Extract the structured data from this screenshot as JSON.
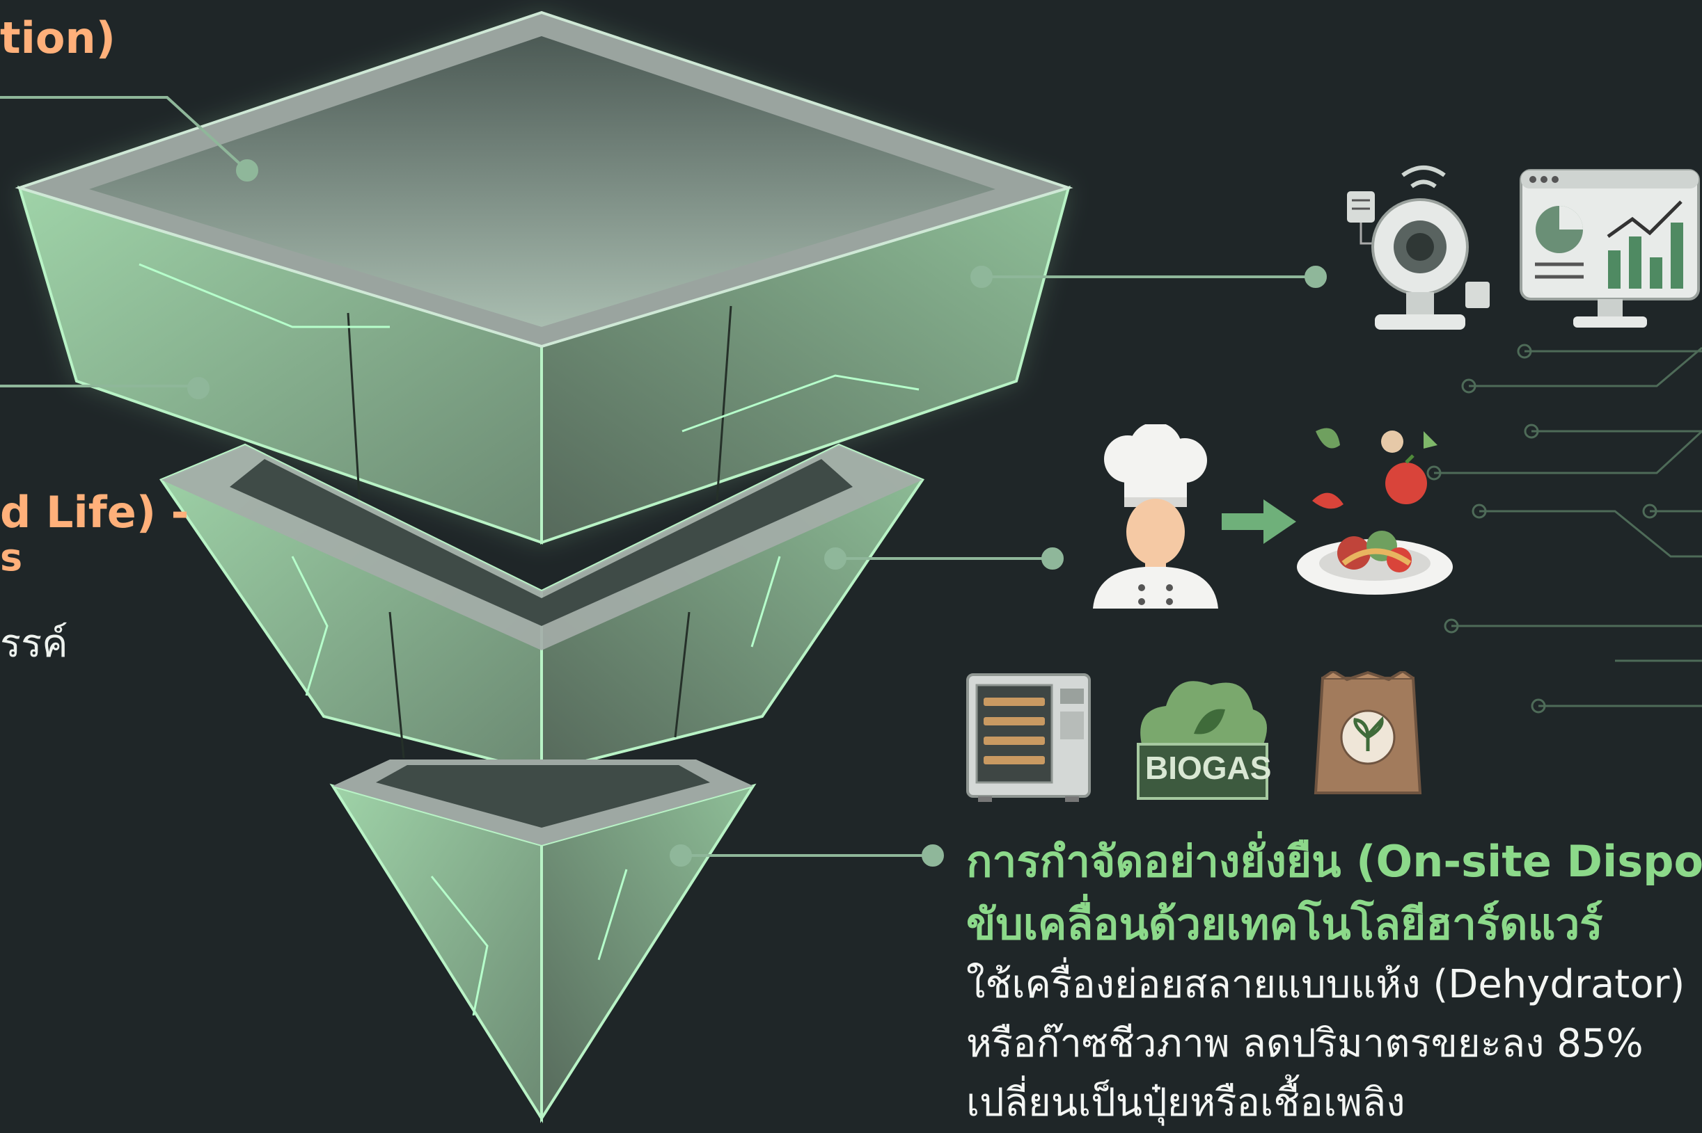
{
  "left_labels": {
    "top_fragment": "tion)",
    "middle_fragment": "d Life) -",
    "middle_symbol": "s",
    "middle_desc_fragment": "รรค์"
  },
  "bottom_stage": {
    "title_line1": "การกำจัดอย่างยั่งยืน (On-site Disposa",
    "title_line2": "ขับเคลื่อนด้วยเทคโนโลยีฮาร์ดแวร์",
    "desc_lines": [
      "ใช้เครื่องย่อยสลายแบบแห้ง (Dehydrator)",
      "หรือก๊าซชีวภาพ ลดปริมาตรขยะลง 85%",
      "เปลี่ยนเป็นปุ๋ยหรือเชื้อเพลิง"
    ]
  },
  "icons": {
    "camera": "camera-icon",
    "dashboard": "dashboard-icon",
    "chef": "chef-icon",
    "arrow": "arrow-right-icon",
    "food": "food-plate-icon",
    "dehydrator": "dehydrator-machine-icon",
    "biogas": "biogas-icon",
    "fertilizer": "fertilizer-bag-icon"
  },
  "biogas_label": "BIOGAS",
  "colors": {
    "background": "#1f2628",
    "glow": "#7fe3a0",
    "accent_green": "#8cd98a",
    "label_orange": "#ffb07a",
    "connector": "#8fb79a"
  }
}
